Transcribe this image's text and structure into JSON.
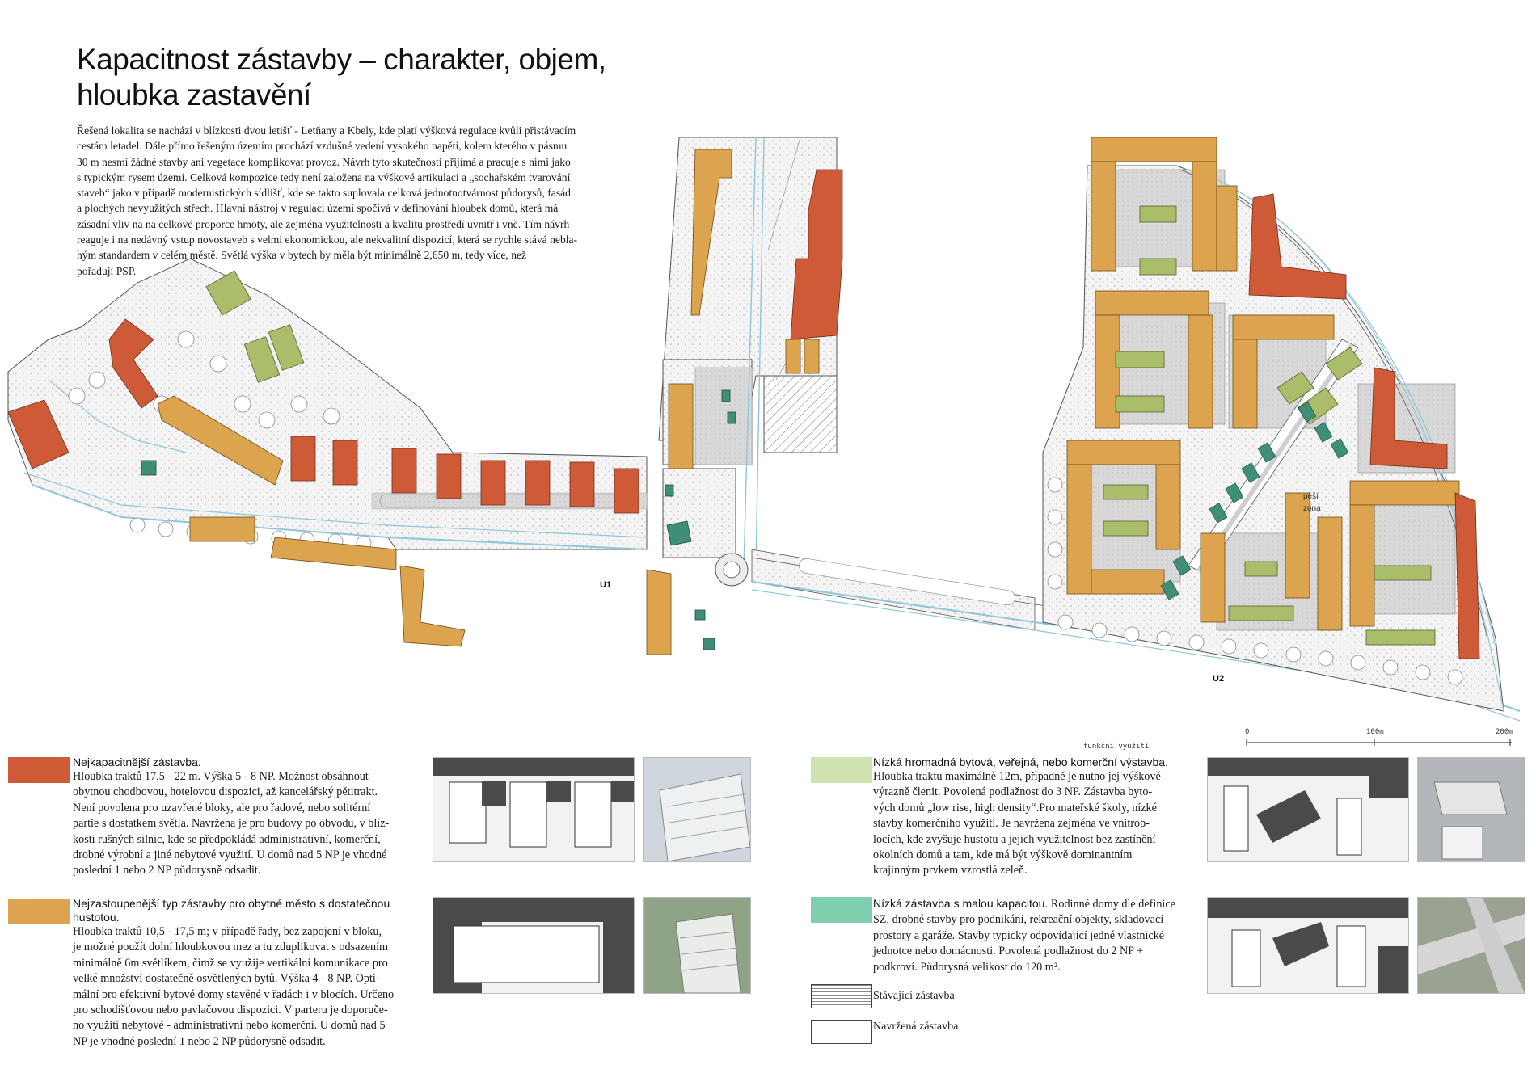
{
  "title": {
    "lines": [
      "Kapacitnost zástavby – charakter, objem,",
      "hloubka zastavění"
    ]
  },
  "intro": {
    "lines": [
      "Řešená lokalita se nachází v blízkosti dvou letišť - Letňany a Kbely, kde platí výšková regulace kvůli přistávacím",
      "cestám letadel. Dále přímo řešeným územím prochází vzdušné vedení vysokého napětí, kolem kterého v pásmu",
      "30 m nesmí žádné stavby ani vegetace komplikovat provoz. Návrh tyto skutečnosti přijímá a pracuje s nimi jako",
      "s typickým rysem území. Celková kompozice tedy není založena na výškové artikulaci a „sochařském tvarování",
      "staveb“ jako v případě modernistických sídlišť, kde se takto suplovala celková jednotnotvárnost půdorysů, fasád",
      "a plochých nevyužitých střech. Hlavní nástroj v regulaci území spočívá v definování hloubek domů, která má",
      "zásadní vliv na na celkové proporce hmoty, ale zejména využitelnosti a kvalitu prostředí uvnitř i vně. Tím návrh",
      "reaguje i na nedávný vstup novostaveb s velmi ekonomickou, ale nekvalitní dispozicí, která se rychle stává nebla-",
      "hým  standardem v celém                    městě. Světlá výška v bytech by měla být minimálně 2,650 m, tedy více, než",
      "pořadují PSP."
    ]
  },
  "map": {
    "labels": {
      "u1": "U1",
      "u2": "U2",
      "pedestrian_zone": [
        "pěší",
        "zóna"
      ],
      "functional_use": "funkční využití"
    },
    "scale": {
      "ticks": [
        "0",
        "100m",
        "200m"
      ]
    }
  },
  "colors": {
    "high_capacity": "#cf5a38",
    "typical": "#dca44e",
    "low_residential": "#a9bd6b",
    "low_capacity": "#3f8f78",
    "legend_low_residential": "#cfe3b1",
    "legend_low_capacity": "#7fcfae",
    "paving": "#d9d9d9",
    "road_line": "#8ec6dc"
  },
  "legend": [
    {
      "key": "high",
      "heading": [
        "Nejkapacitnější zástavba."
      ],
      "body": [
        "Hloubka traktů 17,5 - 22 m. Výška 5 - 8 NP. Možnost obsáhnout",
        "obytnou chodbovou, hotelovou dispozici, až kancelářský pětitrakt.",
        "Není povolena pro uzavřené bloky, ale pro řadové, nebo solitérní",
        "partie s dostatkem světla. Navržena je pro budovy po obvodu, v blíz-",
        "kosti rušných silnic, kde se předpokládá administrativní, komerční,",
        "drobné výrobní a jiné nebytové využití. U domů nad 5 NP je vhodné",
        "poslední 1 nebo 2 NP půdorysně odsadit."
      ]
    },
    {
      "key": "typical",
      "heading": [
        "Nejzastoupenější typ zástavby pro obytné město s dostatečnou",
        "hustotou."
      ],
      "body": [
        "Hloubka traktů 10,5 - 17,5 m; v případě řady, bez zapojení v bloku,",
        "je možné použít dolní hloubkovou mez a tu zduplikovat s odsazením",
        "minimálně 6m světlíkem, čímž se využije vertikální komunikace pro",
        "velké množství dostatečně osvětlených bytů. Výška 4 - 8 NP. Opti-",
        "mální pro efektivní bytové domy stavěné v řadách i v blocích. Určeno",
        "pro schodišťovou nebo pavlačovou dispozici. V parteru je doporuče-",
        "no využití nebytové - administrativní nebo komerční. U domů nad 5",
        "NP je vhodné poslední 1 nebo 2 NP půdorysně odsadit."
      ]
    },
    {
      "key": "low_res",
      "heading": [
        "Nízká hromadná bytová, veřejná, nebo komerční výstavba."
      ],
      "body": [
        "Hloubka traktu maximálně 12m, případně je nutno jej výškově",
        "výrazně členit. Povolená podlažnost do 3 NP. Zástavba byto-",
        "vých domů „low rise, high density“.Pro mateřské školy, nízké",
        "stavby komerčního využití. Je navržena zejména ve vnitrob-",
        "locích, kde zvyšuje hustotu a jejich využitelnost bez zastínění",
        "okolních domů a tam, kde má být výškově dominantním",
        "krajinným prvkem vzrostlá zeleň."
      ]
    },
    {
      "key": "low_cap",
      "heading_inline": "Nízká zástavba s malou kapacitou.",
      "body_first": " Rodinné domy dle definice",
      "body": [
        "SZ, drobné stavby pro podnikání, rekreační objekty, skladovací",
        "prostory a garáže. Stavby typicky odpovídající jedné vlastnické",
        "jednotce nebo domácnosti. Povolená podlažnost do 2 NP +",
        "podkroví. Půdorysná velikost do 120 m²."
      ]
    }
  ],
  "small_legend": {
    "existing": "Stávající zástavba",
    "proposed": "Navržená zástavba"
  }
}
